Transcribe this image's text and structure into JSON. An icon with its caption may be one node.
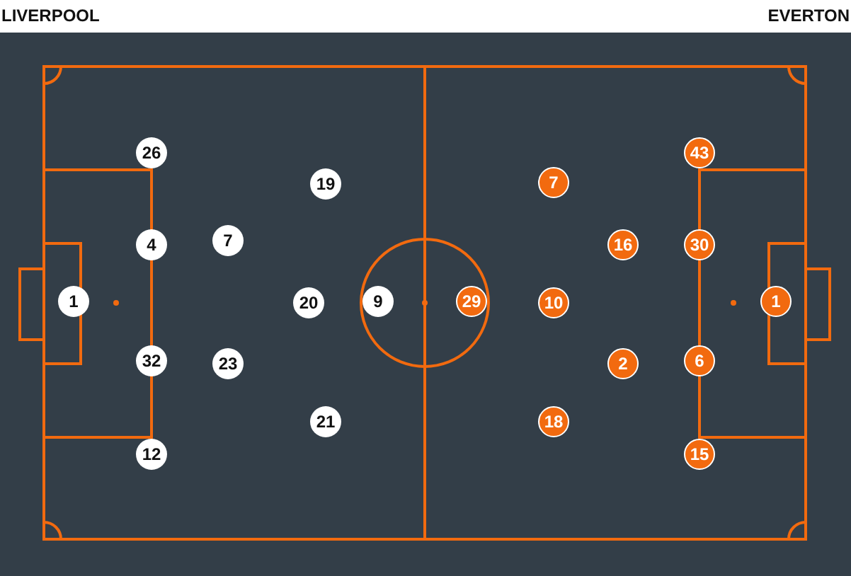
{
  "diagram": {
    "nodes": [
      {
        "text": [
          "1"
        ]
      },
      {
        "text": [
          "26"
        ]
      },
      {
        "text": [
          "4"
        ]
      },
      {
        "text": [
          "32"
        ]
      },
      {
        "text": [
          "12"
        ]
      },
      {
        "text": [
          "7"
        ]
      },
      {
        "text": [
          "23"
        ]
      },
      {
        "text": [
          "19"
        ]
      },
      {
        "text": [
          "20"
        ]
      },
      {
        "text": [
          "21"
        ]
      },
      {
        "text": [
          "9"
        ]
      },
      {
        "text": [
          "29"
        ]
      },
      {
        "text": [
          "7"
        ]
      },
      {
        "text": [
          "10"
        ]
      },
      {
        "text": [
          "18"
        ]
      },
      {
        "text": [
          "16"
        ]
      },
      {
        "text": [
          "2"
        ]
      },
      {
        "text": [
          "43"
        ]
      },
      {
        "text": [
          "30"
        ]
      },
      {
        "text": [
          "6"
        ]
      },
      {
        "text": [
          "15"
        ]
      },
      {
        "text": [
          "1"
        ]
      }
    ],
    "edges": [],
    "labels": [
      "LIVERPOOL",
      "EVERTON"
    ]
  }
}
